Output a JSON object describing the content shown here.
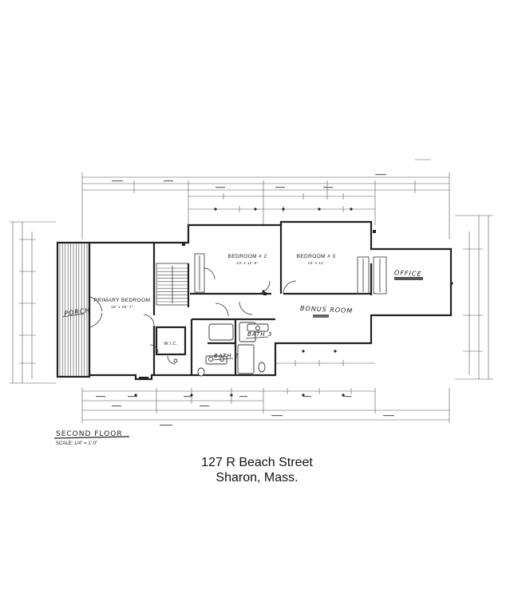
{
  "drawing": {
    "title": "SECOND FLOOR",
    "scale": "SCALE: 1/4\" = 1'-0\""
  },
  "rooms": {
    "porch": "PORCH",
    "primary_bedroom": "PRIMARY BEDROOM",
    "primary_bedroom_size": "16' x 25' 7\"",
    "wic": "W.I.C.",
    "bath_2": "BATH 2",
    "bath_3": "BATH 3",
    "bedroom_2": "BEDROOM # 2",
    "bedroom_2_size": "13' x 11' 6\"",
    "bedroom_3": "BEDROOM # 3",
    "bedroom_3_size": "13' x 11'",
    "bonus_room": "BONUS ROOM",
    "office": "OFFICE"
  },
  "address": {
    "line1": "127 R Beach Street",
    "line2": "Sharon, Mass."
  }
}
